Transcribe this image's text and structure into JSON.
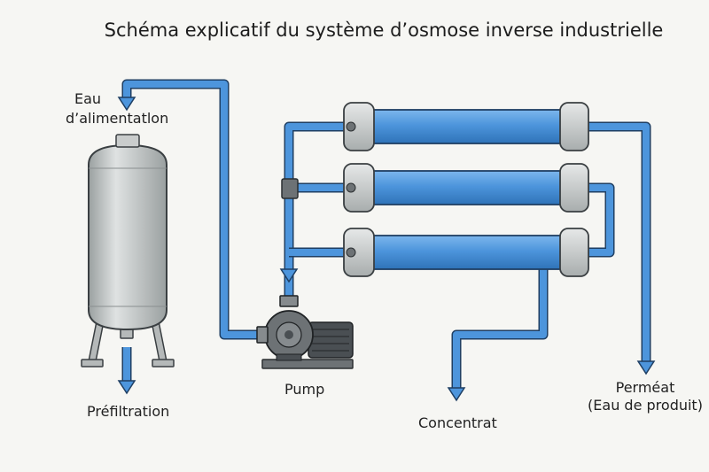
{
  "title": "Schéma explicatif du système d’osmose inverse industrielle",
  "labels": {
    "feed_water_line1": "Eau",
    "feed_water_line2": "d’alimentatlon",
    "prefiltration": "Préfiltration",
    "pump": "Pump",
    "concentrate": "Concentrat",
    "permeate_line1": "Perméat",
    "permeate_line2": "(Eau de produit)"
  },
  "colors": {
    "pipe": "#4d95dc",
    "pipe_outline": "#1f3f63",
    "membrane": "#4d95dc",
    "endcap": "#c9cccc",
    "tank": "#bfc3c3",
    "pump_body": "#6d7275",
    "motor": "#4a4f53",
    "background": "#f6f6f3"
  },
  "membrane_count": 3
}
